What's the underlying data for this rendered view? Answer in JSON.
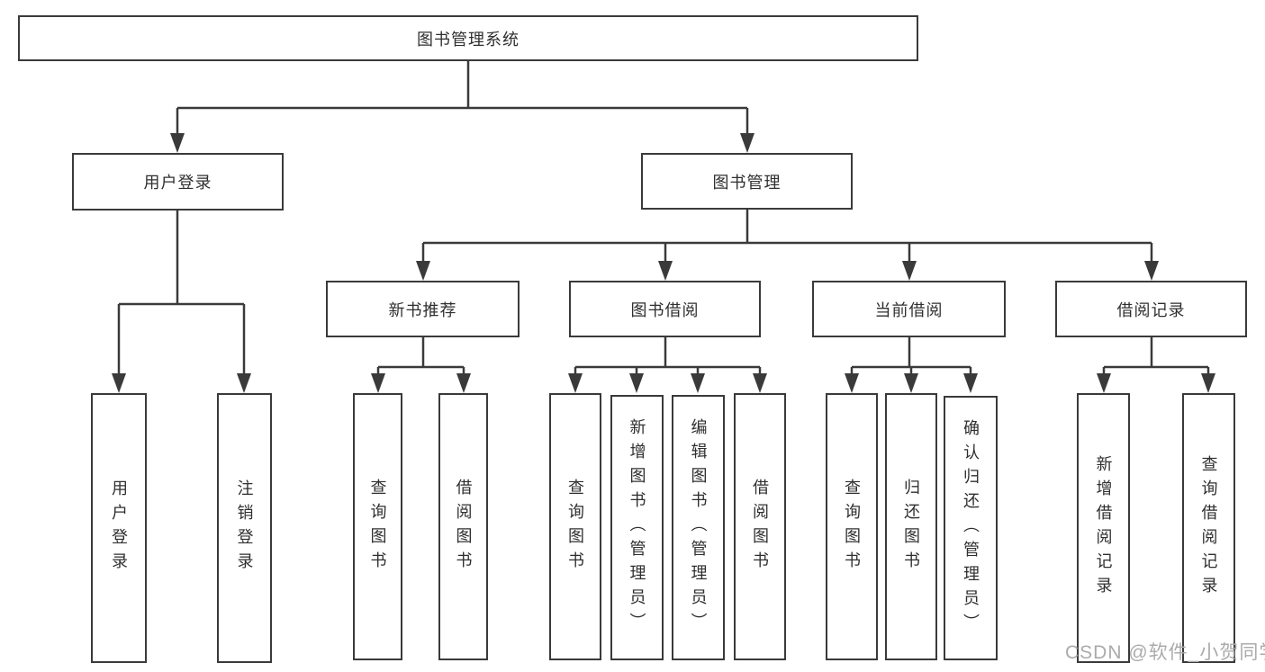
{
  "diagram_type": "hierarchy-tree",
  "colors": {
    "line": "#3a3a3a",
    "box_border": "#3a3a3a",
    "box_fill": "#ffffff",
    "text": "#2f2f2f",
    "watermark": "#ababab"
  },
  "tree": {
    "root": "图书管理系统",
    "branches": [
      {
        "label": "用户登录",
        "children": [
          "用户登录",
          "注销登录"
        ]
      },
      {
        "label": "图书管理",
        "children": [
          {
            "label": "新书推荐",
            "children": [
              "查询图书",
              "借阅图书"
            ]
          },
          {
            "label": "图书借阅",
            "children": [
              "查询图书",
              "新增图书（管理员）",
              "编辑图书（管理员）",
              "借阅图书"
            ]
          },
          {
            "label": "当前借阅",
            "children": [
              "查询图书",
              "归还图书",
              "确认归还（管理员）"
            ]
          },
          {
            "label": "借阅记录",
            "children": [
              "新增借阅记录",
              "查询借阅记录"
            ]
          }
        ]
      }
    ]
  },
  "watermark": "CSDN @软件_小贺同学"
}
